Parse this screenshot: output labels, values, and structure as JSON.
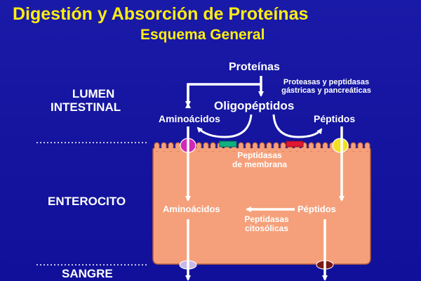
{
  "title": "Digestión y Absorción de Proteínas",
  "subtitle": "Esquema General",
  "regions": {
    "lumen_line1": "LUMEN",
    "lumen_line2": "INTESTINAL",
    "enterocyte": "ENTEROCITO",
    "blood": "SANGRE"
  },
  "nodes": {
    "proteins": "Proteínas",
    "oligopeptides": "Oligopéptidos",
    "amino_acids_lumen": "Aminoácidos",
    "peptides_lumen": "Péptidos",
    "amino_acids_cell": "Aminoácidos",
    "peptides_cell": "Péptidos"
  },
  "enzymes": {
    "gastric_line1": "Proteasas y peptidasas",
    "gastric_line2": "gástricas y pancreáticas",
    "membrane_line1": "Peptidasas",
    "membrane_line2": "de membrana",
    "cytosolic_line1": "Peptidasas",
    "cytosolic_line2": "citosólicas"
  },
  "colors": {
    "title": "#ffee10",
    "cell": "#f5a07a",
    "cell_border": "#b85a3a",
    "transporter_left": "#d028b8",
    "transporter_right": "#f0e020",
    "membrane_green": "#10b080",
    "membrane_red": "#e01830",
    "blood_left": "#c8b8e8",
    "blood_right": "#7a1818"
  }
}
